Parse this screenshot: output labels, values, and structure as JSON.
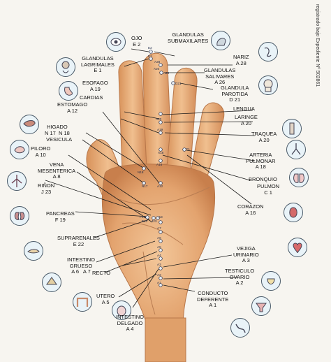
{
  "registration": "registrado bajo Expediente Nº 502861",
  "labels": [
    {
      "id": "ojo",
      "lines": [
        "OJO",
        "E 2"
      ]
    },
    {
      "id": "glandulas-submaxilares",
      "lines": [
        "GLANDULAS",
        "SUBMAXILARES"
      ]
    },
    {
      "id": "nariz",
      "lines": [
        "NARIZ",
        "A 28"
      ]
    },
    {
      "id": "glandulas-lagrimales",
      "lines": [
        "GLANDULAS",
        "LAGRIMALES",
        "E 1"
      ]
    },
    {
      "id": "glandulas-salivares",
      "lines": [
        "GLANDULAS",
        "SALIVARES",
        "A 26"
      ]
    },
    {
      "id": "esofago",
      "lines": [
        "ESOFAGO",
        "A 19"
      ]
    },
    {
      "id": "glandula-parotida",
      "lines": [
        "GLANDULA",
        "PAROTIDA",
        "D 21"
      ]
    },
    {
      "id": "cardias",
      "lines": [
        "CARDIAS"
      ]
    },
    {
      "id": "estomago",
      "lines": [
        "ESTOMAGO",
        "A 12"
      ]
    },
    {
      "id": "lengua",
      "lines": [
        "LENGUA"
      ]
    },
    {
      "id": "laringe",
      "lines": [
        "LARINGE",
        "A 20"
      ]
    },
    {
      "id": "higado",
      "lines": [
        "HIGADO",
        "N 17  N 18"
      ]
    },
    {
      "id": "vesicula",
      "lines": [
        "VESICULA"
      ]
    },
    {
      "id": "traquea",
      "lines": [
        "TRAQUEA",
        "A 20"
      ]
    },
    {
      "id": "piloro",
      "lines": [
        "PILORO",
        "A 10"
      ]
    },
    {
      "id": "arteria-pulmonar",
      "lines": [
        "ARTERIA",
        "PULMONAR",
        "A 18"
      ]
    },
    {
      "id": "vena-mesenterica",
      "lines": [
        "VENA",
        "MESENTERICA",
        "A 8"
      ]
    },
    {
      "id": "bronquio",
      "lines": [
        "BRONQUIO"
      ]
    },
    {
      "id": "rinon",
      "lines": [
        "RIÑON",
        "J 23"
      ]
    },
    {
      "id": "pulmon",
      "lines": [
        "PULMON",
        "C 1"
      ]
    },
    {
      "id": "pancreas",
      "lines": [
        "PANCREAS",
        "F 19"
      ]
    },
    {
      "id": "corazon",
      "lines": [
        "CORAZON",
        "A 16"
      ]
    },
    {
      "id": "suprarenales",
      "lines": [
        "SUPRARENALES",
        "E 22"
      ]
    },
    {
      "id": "intestino-grueso",
      "lines": [
        "INTESTINO",
        "GRUESO",
        "A 6   A 7"
      ]
    },
    {
      "id": "recto",
      "lines": [
        "RECTO"
      ]
    },
    {
      "id": "vejiga",
      "lines": [
        "VEJIGA",
        "URINARIO",
        "A 3"
      ]
    },
    {
      "id": "testiculo",
      "lines": [
        "TESTICULO",
        "OVARIO",
        "A 2"
      ]
    },
    {
      "id": "utero",
      "lines": [
        "UTERO",
        "A 5"
      ]
    },
    {
      "id": "conducto-deferente",
      "lines": [
        "CONDUCTO",
        "DEFERENTE",
        "A 1"
      ]
    },
    {
      "id": "intestino-delgado",
      "lines": [
        "INTESTINO",
        "DELGADO",
        "A 4"
      ]
    }
  ],
  "points": [
    "E2",
    "E1",
    "A28",
    "A20",
    "A26",
    "D21",
    "A20",
    "A19",
    "A18",
    "C1",
    "A16",
    "N18",
    "N17",
    "A12",
    "F19",
    "E22",
    "J23",
    "A8",
    "A7",
    "A6",
    "A5",
    "A4",
    "A3",
    "A2",
    "A1"
  ],
  "icons": [
    "eye-organ-icon",
    "salivary-glands-icon",
    "lacrimal-glands-icon",
    "nose-icon",
    "stomach-icon",
    "parotid-head-icon",
    "liver-icon",
    "larynx-icon",
    "pylorus-icon",
    "trachea-icon",
    "mesenteric-vein-icon",
    "bronchus-icon",
    "kidney-icon",
    "lung-icon",
    "pancreas-icon",
    "heart-icon",
    "adrenal-icon",
    "bladder-icon",
    "large-intestine-icon",
    "uterus-icon",
    "testicle-icon",
    "deferent-duct-icon"
  ]
}
